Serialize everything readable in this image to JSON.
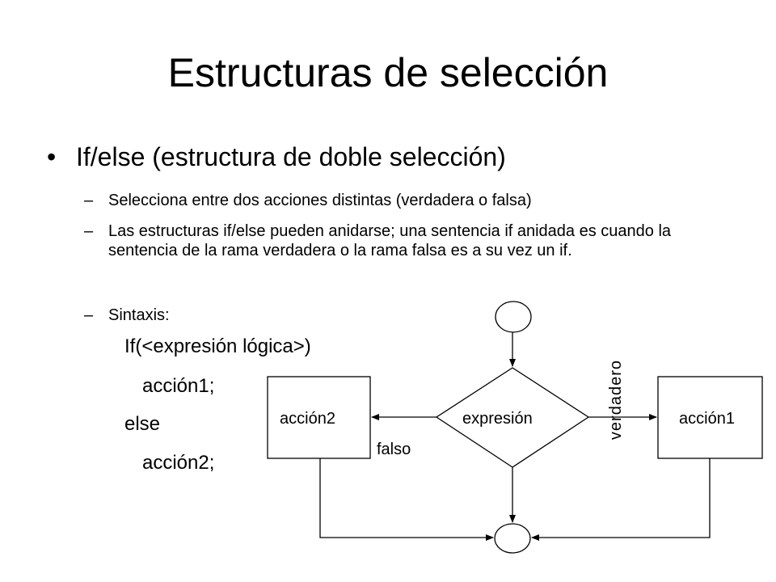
{
  "slide": {
    "title": "Estructuras de selección",
    "bullet": "If/else (estructura de doble selección)",
    "bullet_mark": "•",
    "dash": "–",
    "sub_bullets": [
      "Selecciona entre dos acciones distintas (verdadera o falsa)",
      "Las estructuras if/else pueden anidarse; una sentencia if anidada es cuando la sentencia de la rama verdadera o la rama falsa es a su vez un if.",
      "Sintaxis:"
    ],
    "code": {
      "line1": "If(<expresión lógica>)",
      "line2": "acción1;",
      "line3": "else",
      "line4": "acción2;"
    }
  },
  "flowchart": {
    "decision_label": "expresión",
    "left_box_label": "acción2",
    "right_box_label": "acción1",
    "false_label": "falso",
    "true_label": "verdadero"
  }
}
